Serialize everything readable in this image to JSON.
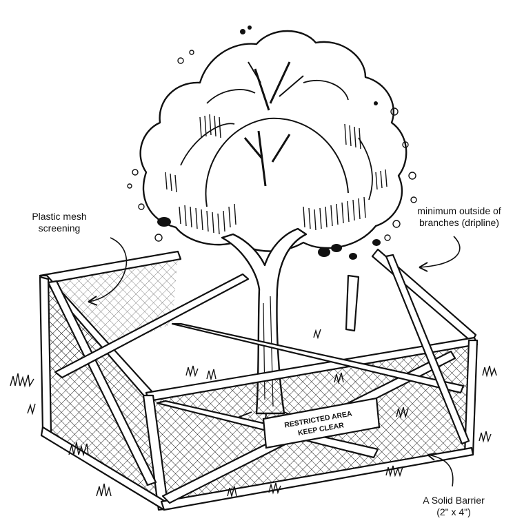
{
  "labels": {
    "mesh_line1": "Plastic mesh",
    "mesh_line2": "screening",
    "dripline_line1": "minimum outside of",
    "dripline_line2": "branches (dripline)",
    "barrier_line1": "A Solid Barrier",
    "barrier_line2": "(2\" x 4\")"
  },
  "sign": {
    "line1": "RESTRICTED AREA",
    "line2": "KEEP CLEAR"
  },
  "colors": {
    "ink": "#111111",
    "background": "#ffffff"
  }
}
